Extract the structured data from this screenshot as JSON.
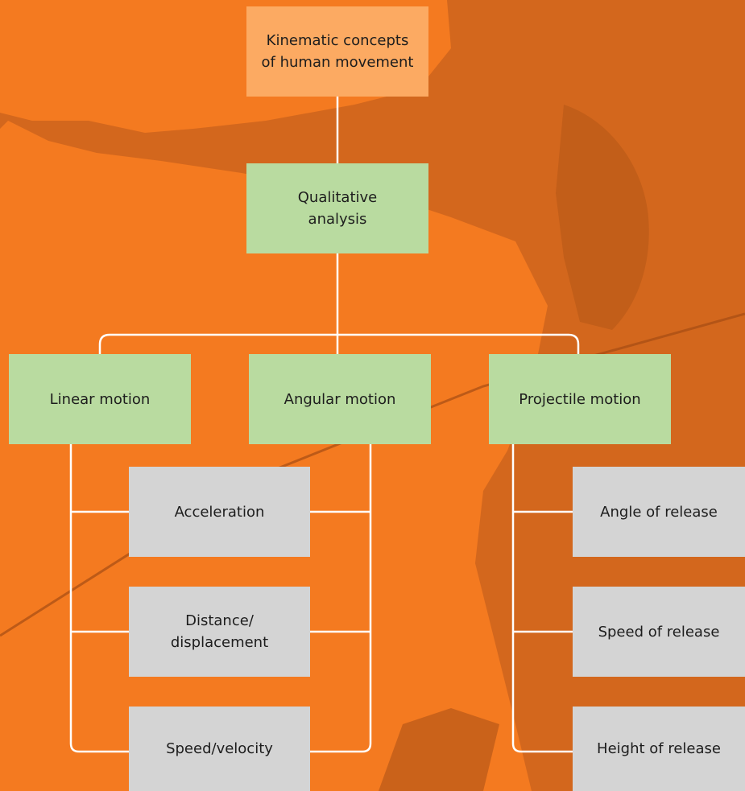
{
  "diagram": {
    "root": {
      "label": "Kinematic concepts\nof human movement"
    },
    "analysis": {
      "label": "Qualitative\nanalysis"
    },
    "motions": [
      {
        "label": "Linear motion"
      },
      {
        "label": "Angular motion"
      },
      {
        "label": "Projectile motion"
      }
    ],
    "linear_angular_concepts": [
      {
        "label": "Acceleration"
      },
      {
        "label": "Distance/\ndisplacement"
      },
      {
        "label": "Speed/velocity"
      }
    ],
    "projectile_concepts": [
      {
        "label": "Angle of release"
      },
      {
        "label": "Speed of release"
      },
      {
        "label": "Height of release"
      }
    ]
  },
  "colors": {
    "background": "#f47a20",
    "silhouette": "#c8611c",
    "root_box": "#fcaa62",
    "motion_box": "#b9dba0",
    "concept_box": "#d4d4d4",
    "connector": "#ffffff"
  }
}
